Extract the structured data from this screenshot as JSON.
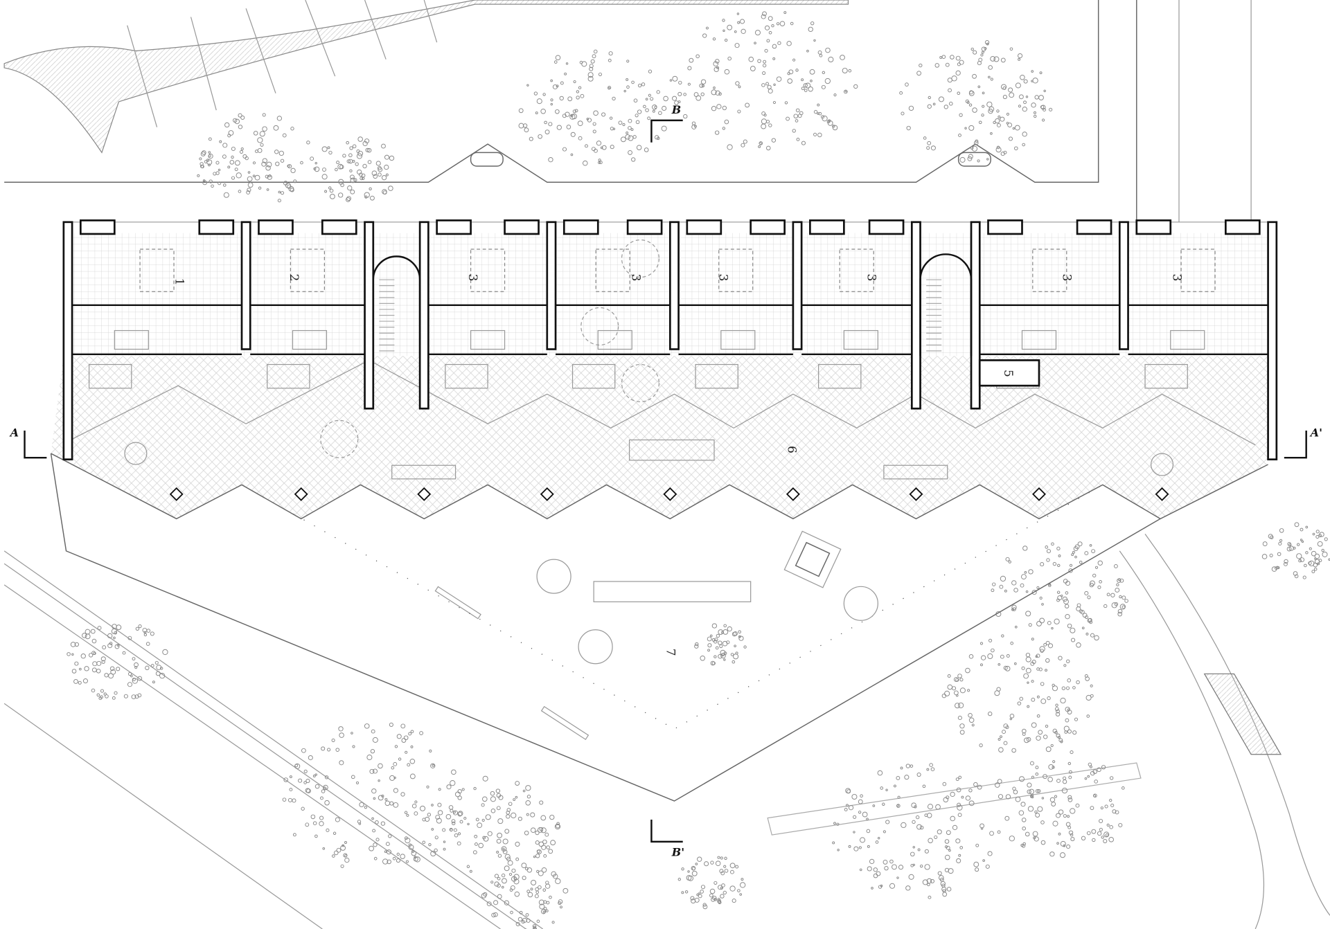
{
  "drawing": {
    "type": "site and ground floor plan",
    "section_marks": {
      "a_start": "A",
      "a_end": "A'",
      "b_start": "B",
      "b_end": "B'"
    },
    "unit_labels": [
      "1",
      "2",
      "3",
      "3",
      "3",
      "3",
      "3",
      "3"
    ],
    "room_labels": {
      "storage": "5",
      "common_gallery": "6",
      "courtyard": "7"
    }
  },
  "colors": {
    "line": "#111111",
    "light_line": "#999999",
    "vegetation": "#8a8a8a",
    "background": "#ffffff"
  }
}
